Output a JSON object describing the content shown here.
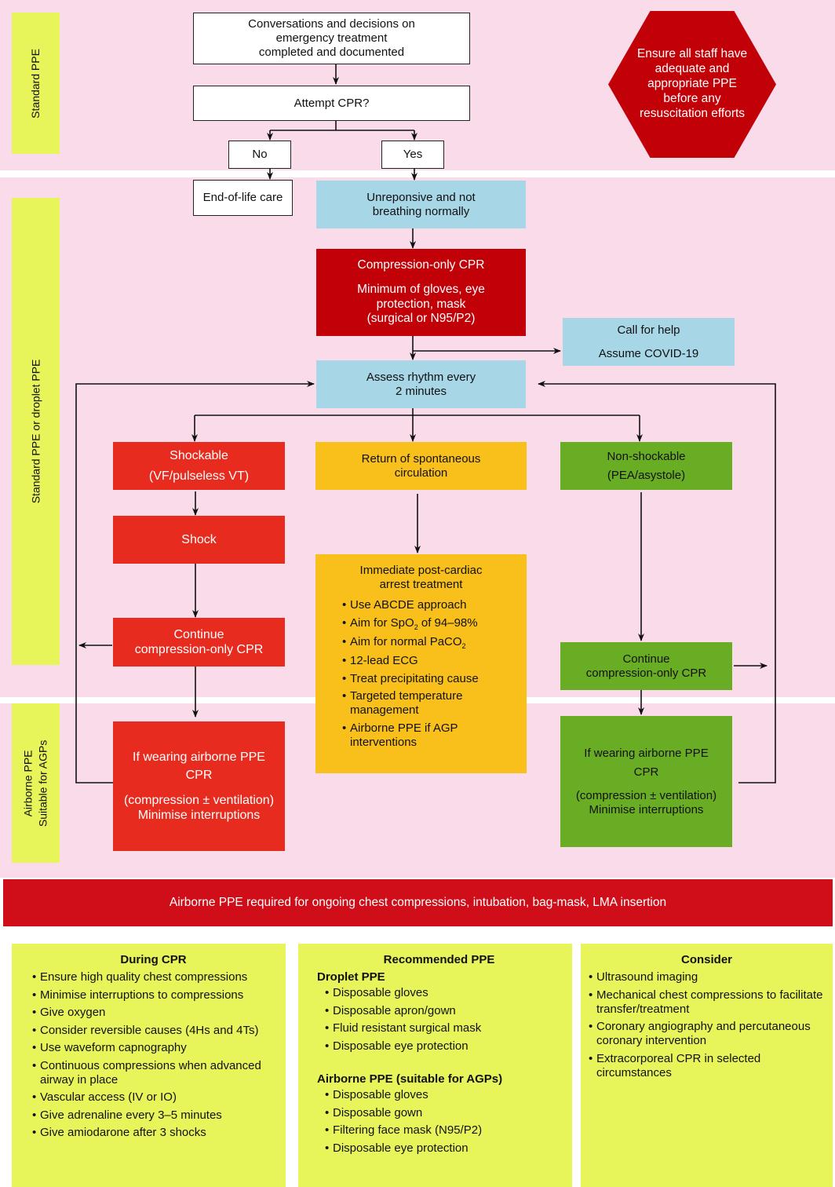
{
  "colors": {
    "band_pink": "#f9dbea",
    "side_label_yellow": "#e8f55a",
    "alert_dark_red": "#c10008",
    "shockable_red": "#e72c1f",
    "rosc_yellow": "#f9c01b",
    "nonshockable_green": "#69ad24",
    "assess_blue": "#a7d6e6",
    "banner_red": "#cf0e19"
  },
  "side_labels": {
    "standard": "Standard PPE",
    "standard_or_droplet": "Standard PPE or droplet PPE",
    "airborne_line1": "Airborne PPE",
    "airborne_line2": "Suitable for AGPs"
  },
  "warning_hexagon": "Ensure all staff have adequate and appropriate PPE before any resuscitation efforts",
  "nodes": {
    "conversations": {
      "line1": "Conversations and decisions on",
      "line2": "emergency treatment",
      "line3": "completed and documented"
    },
    "attempt_cpr": "Attempt CPR?",
    "no": "No",
    "yes": "Yes",
    "end_of_life": "End-of-life care",
    "unresponsive": {
      "line1": "Unreponsive and not",
      "line2": "breathing normally"
    },
    "compression_only": {
      "title": "Compression-only CPR",
      "line1": "Minimum of gloves, eye",
      "line2": "protection, mask",
      "line3": "(surgical or N95/P2)"
    },
    "call_for_help": {
      "line1": "Call for help",
      "line2": "Assume COVID-19"
    },
    "assess_rhythm": {
      "line1": "Assess rhythm every",
      "line2": "2 minutes"
    },
    "shockable": {
      "line1": "Shockable",
      "line2": "(VF/pulseless VT)"
    },
    "shock": "Shock",
    "continue_left": {
      "line1": "Continue",
      "line2": "compression-only CPR"
    },
    "airborne_left": {
      "line1": "If wearing airborne PPE",
      "line2": "CPR",
      "line3": "(compression ± ventilation)",
      "line4": "Minimise interruptions"
    },
    "rosc": {
      "line1": "Return of spontaneous",
      "line2": "circulation"
    },
    "post_arrest": {
      "title_line1": "Immediate post-cardiac",
      "title_line2": "arrest treatment",
      "items": [
        "Use ABCDE approach",
        "Aim for SpO2 of 94–98%",
        "Aim for normal PaCO2",
        "12-lead ECG",
        "Treat precipitating cause",
        "Targeted temperature management",
        "Airborne PPE if AGP interventions"
      ]
    },
    "nonshockable": {
      "line1": "Non-shockable",
      "line2": "(PEA/asystole)"
    },
    "continue_right": {
      "line1": "Continue",
      "line2": "compression-only CPR"
    },
    "airborne_right": {
      "line1": "If wearing airborne PPE",
      "line2": "CPR",
      "line3": "(compression ± ventilation)",
      "line4": "Minimise interruptions"
    }
  },
  "banner": "Airborne PPE required for ongoing chest compressions, intubation, bag-mask, LMA insertion",
  "panels": {
    "during_cpr": {
      "title": "During CPR",
      "items": [
        "Ensure high quality chest compressions",
        "Minimise interruptions to compressions",
        "Give oxygen",
        "Consider reversible causes (4Hs and 4Ts)",
        "Use waveform capnography",
        "Continuous compressions when advanced airway in place",
        "Vascular access (IV or IO)",
        "Give adrenaline every 3–5 minutes",
        "Give amiodarone after 3 shocks"
      ]
    },
    "recommended_ppe": {
      "title": "Recommended PPE",
      "droplet_heading": "Droplet PPE",
      "droplet_items": [
        "Disposable gloves",
        "Disposable apron/gown",
        "Fluid resistant surgical mask",
        "Disposable eye protection"
      ],
      "airborne_heading": "Airborne PPE (suitable for AGPs)",
      "airborne_items": [
        "Disposable gloves",
        "Disposable gown",
        "Filtering face mask (N95/P2)",
        "Disposable eye protection"
      ]
    },
    "consider": {
      "title": "Consider",
      "items": [
        "Ultrasound imaging",
        "Mechanical chest compressions to facilitate transfer/treatment",
        "Coronary angiography and percutaneous coronary intervention",
        "Extracorporeal CPR in selected circumstances"
      ]
    }
  }
}
